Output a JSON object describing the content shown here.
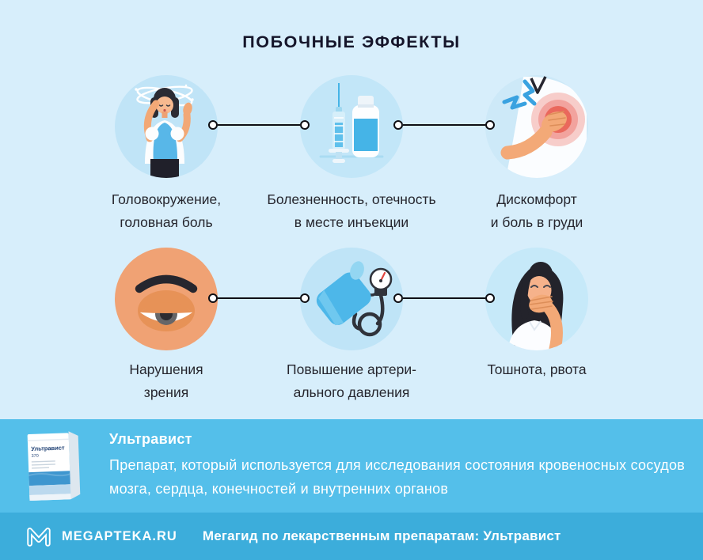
{
  "title": "ПОБОЧНЫЕ ЭФФЕКТЫ",
  "effects": [
    {
      "icon": "dizziness-icon",
      "line1": "Головокружение,",
      "line2": "головная боль"
    },
    {
      "icon": "injection-site-icon",
      "line1": "Болезненность, отечность",
      "line2": "в месте инъекции"
    },
    {
      "icon": "chest-pain-icon",
      "line1": "Дискомфорт",
      "line2": "и боль в груди"
    },
    {
      "icon": "vision-icon",
      "line1": "Нарушения",
      "line2": "зрения"
    },
    {
      "icon": "blood-pressure-icon",
      "line1": "Повышение артери-",
      "line2": "ального давления"
    },
    {
      "icon": "nausea-icon",
      "line1": "Тошнота, рвота",
      "line2": ""
    }
  ],
  "drug": {
    "name": "Ультравист",
    "description_lines": [
      "Препарат, который используется для исследования состояния кровеносных сосудов",
      "мозга, сердца, конечностей и внутренних органов"
    ],
    "package_name": "Ультравист",
    "package_strength": "370"
  },
  "footer": {
    "brand": "MEGAPTEKA.RU",
    "text": "Мегагид по лекарственным препаратам: Ультравист"
  },
  "colors": {
    "page_bg": "#d7eefb",
    "icon_circle_blue": "#c0e4f7",
    "icon_circle_orange": "#f0a274",
    "info_band": "#54bfea",
    "footer_band": "#3caddb",
    "title_text": "#15152a",
    "label_text": "#26262e",
    "connector": "#0f0f14",
    "accent_blue": "#45b4e7",
    "pain_red": "#ea685c"
  }
}
